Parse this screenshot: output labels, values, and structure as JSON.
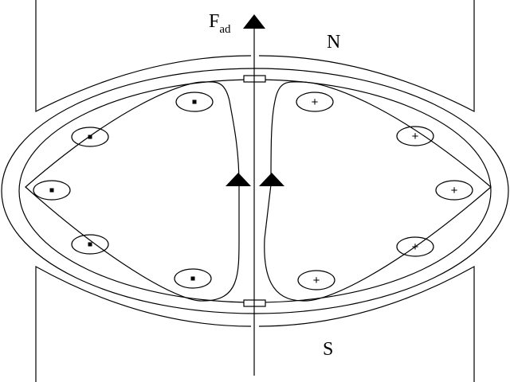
{
  "labels": {
    "force_main": "F",
    "force_sub": "ad",
    "north": "N",
    "south": "S"
  },
  "conductor_symbols": {
    "plus": "+"
  },
  "colors": {
    "line": "#000000",
    "background": "#ffffff"
  }
}
